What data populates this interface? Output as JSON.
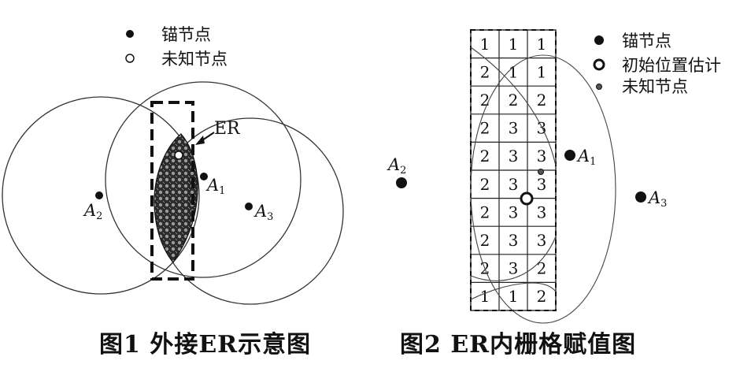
{
  "figure1": {
    "legend": [
      {
        "symbol": "filled-dot",
        "label": "锚节点"
      },
      {
        "symbol": "hollow-dot",
        "label": "未知节点"
      }
    ],
    "er_label": "ER",
    "anchors": [
      {
        "label": "A",
        "sub": "1"
      },
      {
        "label": "A",
        "sub": "2"
      },
      {
        "label": "A",
        "sub": "3"
      }
    ],
    "caption": "图1  外接ER示意图"
  },
  "figure2": {
    "legend": [
      {
        "symbol": "filled-dot",
        "label": "锚节点"
      },
      {
        "symbol": "ring",
        "label": "初始位置估计"
      },
      {
        "symbol": "small-dot",
        "label": "未知节点"
      }
    ],
    "anchors": [
      {
        "label": "A",
        "sub": "1"
      },
      {
        "label": "A",
        "sub": "2"
      },
      {
        "label": "A",
        "sub": "3"
      }
    ],
    "grid": [
      [
        "1",
        "1",
        "1"
      ],
      [
        "2",
        "1",
        "1"
      ],
      [
        "2",
        "2",
        "2"
      ],
      [
        "2",
        "3",
        "3"
      ],
      [
        "2",
        "3",
        "3"
      ],
      [
        "2",
        "3",
        "3"
      ],
      [
        "2",
        "3",
        "3"
      ],
      [
        "2",
        "3",
        "3"
      ],
      [
        "2",
        "3",
        "2"
      ],
      [
        "1",
        "1",
        "2"
      ]
    ],
    "caption": "图2  ER内栅格赋值图"
  }
}
